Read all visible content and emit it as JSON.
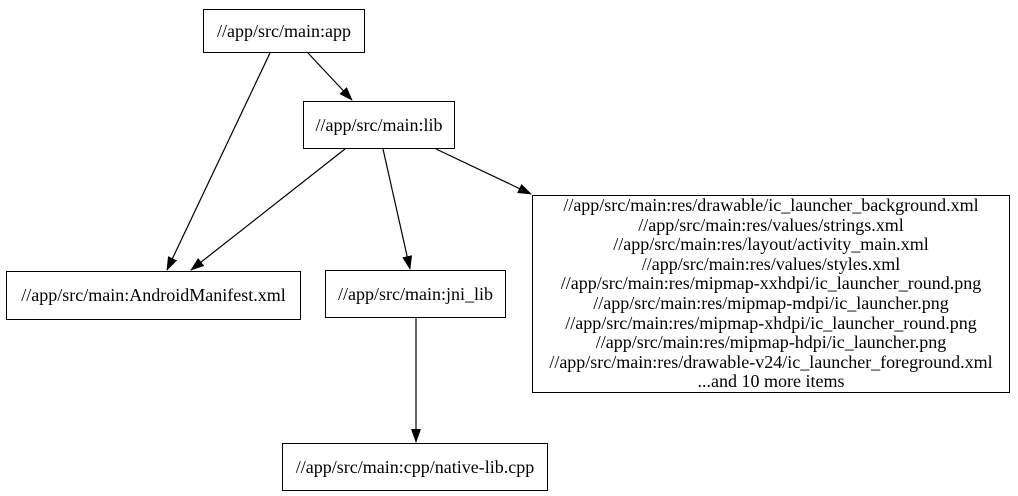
{
  "diagram": {
    "kind": "build-dependency-graph",
    "colors": {
      "background": "#ffffff",
      "node_border": "#000000",
      "text": "#000000",
      "edge": "#000000"
    }
  },
  "nodes": {
    "app": {
      "label": "//app/src/main:app"
    },
    "lib": {
      "label": "//app/src/main:lib"
    },
    "android_manifest": {
      "label": "//app/src/main:AndroidManifest.xml"
    },
    "jni_lib": {
      "label": "//app/src/main:jni_lib"
    },
    "res_group": {
      "lines": [
        "//app/src/main:res/drawable/ic_launcher_background.xml",
        "//app/src/main:res/values/strings.xml",
        "//app/src/main:res/layout/activity_main.xml",
        "//app/src/main:res/values/styles.xml",
        "//app/src/main:res/mipmap-xxhdpi/ic_launcher_round.png",
        "//app/src/main:res/mipmap-mdpi/ic_launcher.png",
        "//app/src/main:res/mipmap-xhdpi/ic_launcher_round.png",
        "//app/src/main:res/mipmap-hdpi/ic_launcher.png",
        "//app/src/main:res/drawable-v24/ic_launcher_foreground.xml",
        "...and 10 more items"
      ]
    },
    "native_cpp": {
      "label": "//app/src/main:cpp/native-lib.cpp"
    }
  },
  "edges": [
    {
      "from": "app",
      "to": "lib"
    },
    {
      "from": "app",
      "to": "android_manifest"
    },
    {
      "from": "lib",
      "to": "android_manifest"
    },
    {
      "from": "lib",
      "to": "jni_lib"
    },
    {
      "from": "lib",
      "to": "res_group"
    },
    {
      "from": "jni_lib",
      "to": "native_cpp"
    }
  ]
}
